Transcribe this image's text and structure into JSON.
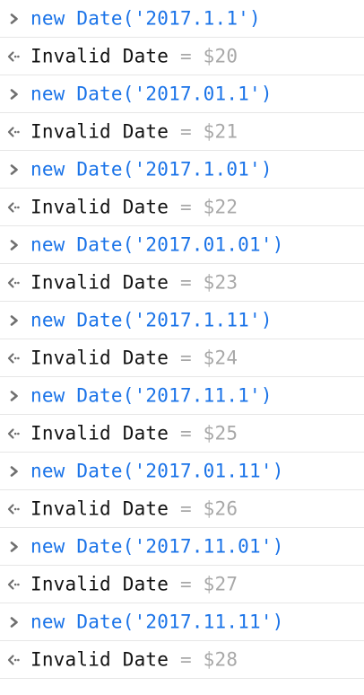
{
  "console": {
    "colors": {
      "input": "#1a73e8",
      "output": "#111111",
      "muted": "#a8a8a8",
      "icon": "#6f6f6f",
      "divider": "#e6e6e6"
    },
    "icons": {
      "input": "chevron-right-icon",
      "output": "return-arrow-icon"
    },
    "entries": [
      {
        "type": "input",
        "text": "new Date('2017.1.1')"
      },
      {
        "type": "output",
        "value": "Invalid Date",
        "eq": "=",
        "var": "$20"
      },
      {
        "type": "input",
        "text": "new Date('2017.01.1')"
      },
      {
        "type": "output",
        "value": "Invalid Date",
        "eq": "=",
        "var": "$21"
      },
      {
        "type": "input",
        "text": "new Date('2017.1.01')"
      },
      {
        "type": "output",
        "value": "Invalid Date",
        "eq": "=",
        "var": "$22"
      },
      {
        "type": "input",
        "text": "new Date('2017.01.01')"
      },
      {
        "type": "output",
        "value": "Invalid Date",
        "eq": "=",
        "var": "$23"
      },
      {
        "type": "input",
        "text": "new Date('2017.1.11')"
      },
      {
        "type": "output",
        "value": "Invalid Date",
        "eq": "=",
        "var": "$24"
      },
      {
        "type": "input",
        "text": "new Date('2017.11.1')"
      },
      {
        "type": "output",
        "value": "Invalid Date",
        "eq": "=",
        "var": "$25"
      },
      {
        "type": "input",
        "text": "new Date('2017.01.11')"
      },
      {
        "type": "output",
        "value": "Invalid Date",
        "eq": "=",
        "var": "$26"
      },
      {
        "type": "input",
        "text": "new Date('2017.11.01')"
      },
      {
        "type": "output",
        "value": "Invalid Date",
        "eq": "=",
        "var": "$27"
      },
      {
        "type": "input",
        "text": "new Date('2017.11.11')"
      },
      {
        "type": "output",
        "value": "Invalid Date",
        "eq": "=",
        "var": "$28"
      }
    ]
  }
}
